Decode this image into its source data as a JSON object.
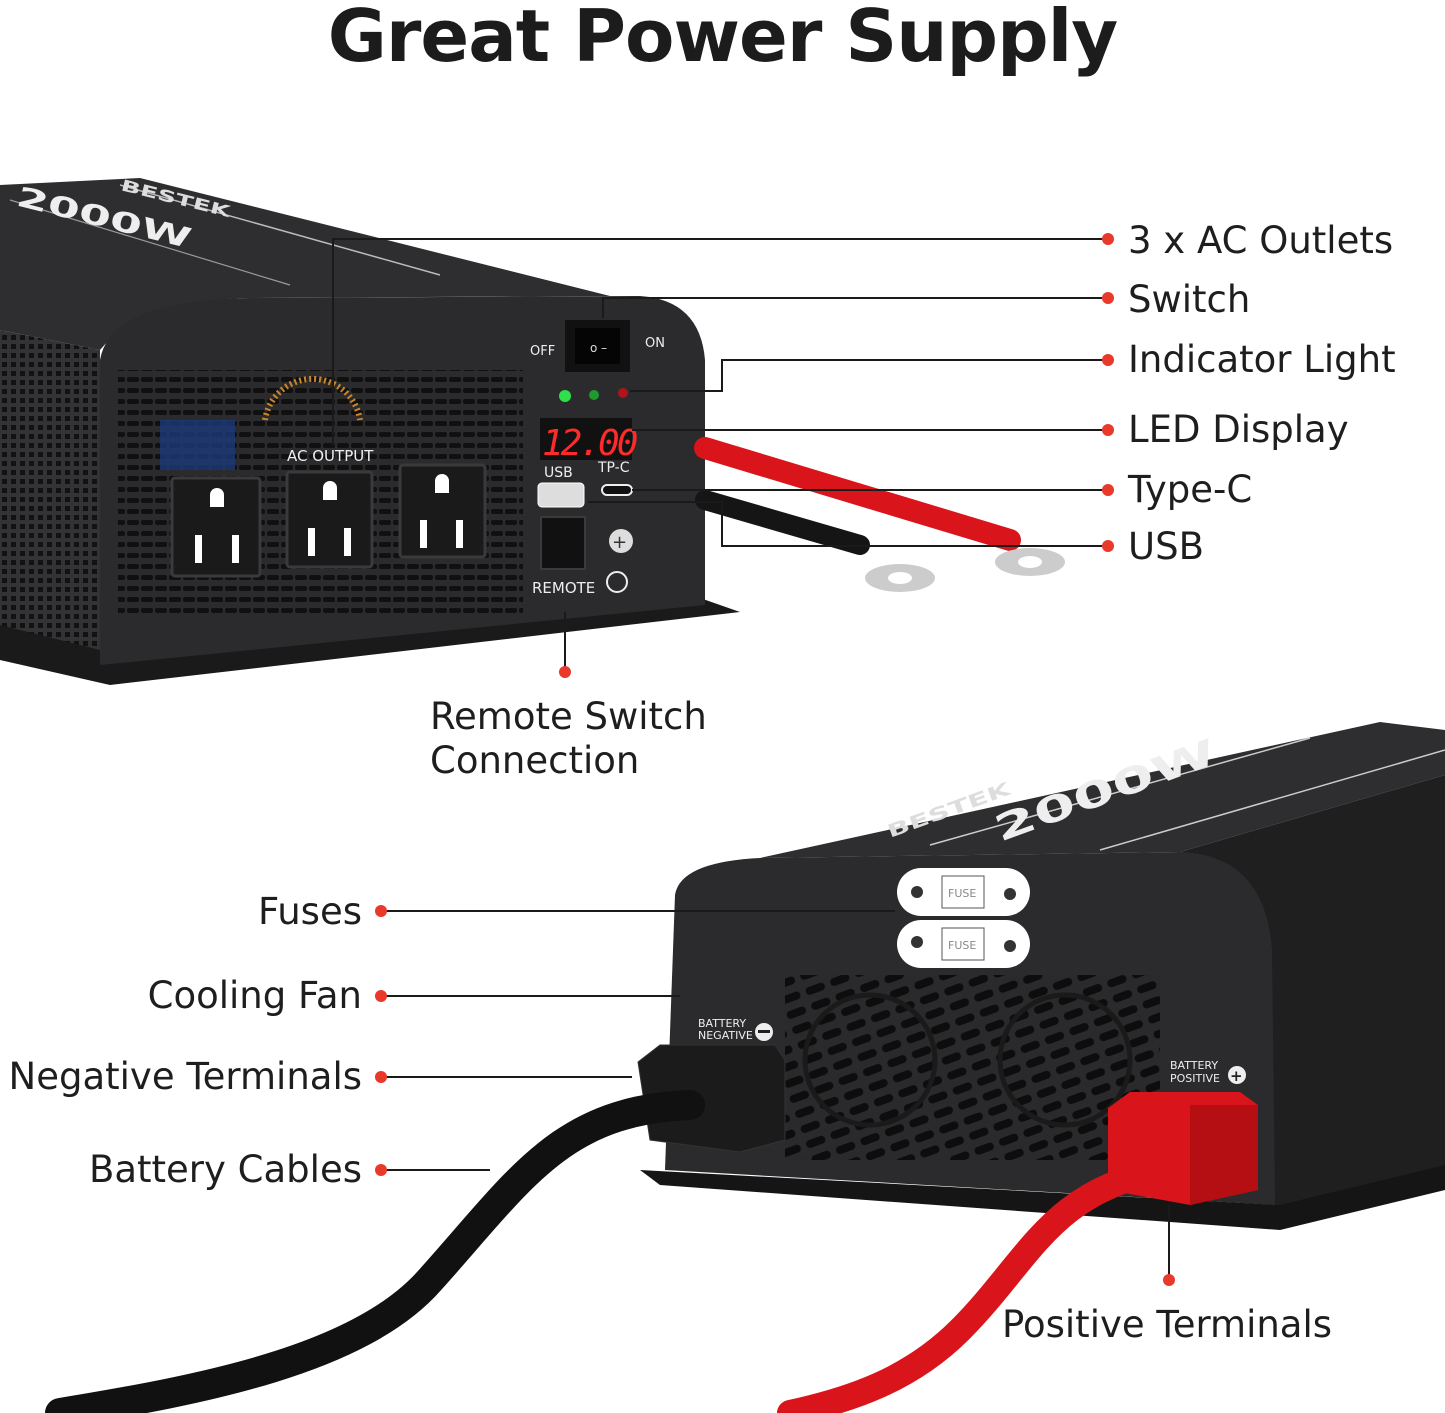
{
  "title": "Great Power Supply",
  "colors": {
    "accent_red": "#e8392b",
    "device_body": "#2b2b2d",
    "cable_red": "#d9151b",
    "display_red": "#ff2a2a"
  },
  "callouts_right": [
    {
      "label": "3 x AC Outlets"
    },
    {
      "label": "Switch"
    },
    {
      "label": "Indicator Light"
    },
    {
      "label": "LED Display"
    },
    {
      "label": "Type-C"
    },
    {
      "label": "USB"
    }
  ],
  "callout_remote": {
    "line1": "Remote Switch",
    "line2": "Connection"
  },
  "callouts_left": [
    {
      "label": "Fuses"
    },
    {
      "label": "Cooling Fan"
    },
    {
      "label": "Negative Terminals"
    },
    {
      "label": "Battery Cables"
    }
  ],
  "callout_positive": {
    "label": "Positive Terminals"
  },
  "device_front": {
    "brand": "BESTEK",
    "model": "2000W",
    "ac_output": "AC OUTPUT",
    "switch_off": "OFF",
    "switch_on": "ON",
    "display_value": "12.00",
    "usb": "USB",
    "type_c": "TP-C",
    "remote": "REMOTE",
    "indicator_colors": [
      "#2ee04a",
      "#1f9a2e",
      "#b0141a"
    ]
  },
  "device_rear": {
    "brand": "BESTEK",
    "model": "2000W",
    "fuse_1": "FUSE",
    "fuse_2": "FUSE",
    "battery_negative_1": "BATTERY",
    "battery_negative_2": "NEGATIVE",
    "battery_positive_1": "BATTERY",
    "battery_positive_2": "POSITIVE"
  }
}
